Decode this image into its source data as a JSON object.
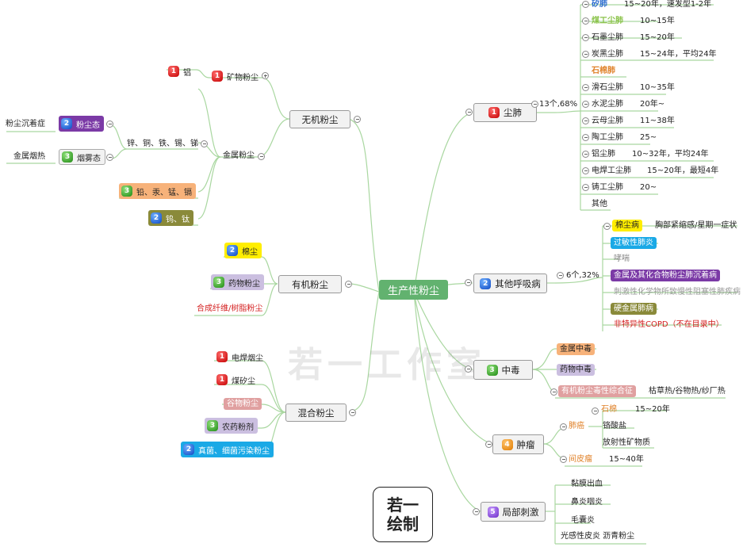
{
  "root": {
    "label": "生产性粉尘"
  },
  "watermark": "若一工作室",
  "stamp": {
    "line1": "若一",
    "line2": "绘制"
  },
  "right": {
    "pneumoconiosis": {
      "badge": "1",
      "label": "尘肺",
      "summary": "13个,68%",
      "items": [
        {
          "name": "矽肺",
          "detail": "15~20年，速发型1-2年"
        },
        {
          "name": "煤工尘肺",
          "detail": "10~15年"
        },
        {
          "name": "石墨尘肺",
          "detail": "15~20年"
        },
        {
          "name": "炭黑尘肺",
          "detail": "15~24年，平均24年"
        },
        {
          "name": "石棉肺",
          "detail": ""
        },
        {
          "name": "滑石尘肺",
          "detail": "10~35年"
        },
        {
          "name": "水泥尘肺",
          "detail": "20年~"
        },
        {
          "name": "云母尘肺",
          "detail": "11~38年"
        },
        {
          "name": "陶工尘肺",
          "detail": "25~"
        },
        {
          "name": "铝尘肺",
          "detail": "10~32年，平均24年"
        },
        {
          "name": "电焊工尘肺",
          "detail": "15~20年，最短4年"
        },
        {
          "name": "铸工尘肺",
          "detail": "20~"
        },
        {
          "name": "其他",
          "detail": ""
        }
      ]
    },
    "respiratory": {
      "badge": "2",
      "label": "其他呼吸病",
      "summary": "6个,32%",
      "items": [
        {
          "name": "棉尘病",
          "detail": "胸部紧缩感/星期一症状"
        },
        {
          "name": "过敏性肺炎",
          "detail": ""
        },
        {
          "name": "哮喘",
          "detail": ""
        },
        {
          "name": "金属及其化合物粉尘肺沉着病",
          "detail": ""
        },
        {
          "name": "刺激性化学物所致慢性阻塞性肺疾病",
          "detail": ""
        },
        {
          "name": "硬金属肺病",
          "detail": ""
        },
        {
          "name": "非特异性COPD（不在目录中）",
          "detail": ""
        }
      ]
    },
    "poisoning": {
      "badge": "3",
      "label": "中毒",
      "items": [
        {
          "name": "金属中毒",
          "detail": ""
        },
        {
          "name": "药物中毒",
          "detail": ""
        },
        {
          "name": "有机粉尘毒性综合征",
          "detail": "枯草热/谷物热/纱厂热"
        }
      ]
    },
    "tumor": {
      "badge": "4",
      "label": "肿瘤",
      "lung": {
        "name": "肺癌",
        "items": [
          {
            "name": "石棉",
            "detail": "15~20年"
          },
          {
            "name": "铬酸盐",
            "detail": ""
          },
          {
            "name": "放射性矿物质",
            "detail": ""
          }
        ]
      },
      "meso": {
        "name": "间皮瘤",
        "detail": "15~40年"
      }
    },
    "irritation": {
      "badge": "5",
      "label": "局部刺激",
      "items": [
        "黏膜出血",
        "鼻炎咽炎",
        "毛囊炎",
        "光感性皮炎 沥青粉尘"
      ]
    }
  },
  "left": {
    "inorganic": {
      "label": "无机粉尘",
      "mineral": {
        "badge": "1",
        "label": "矿物粉尘"
      },
      "aluminum": {
        "badge": "1",
        "label": "铝"
      },
      "metal": {
        "label": "金属粉尘"
      },
      "zinc_group": {
        "label": "锌、铜、铁、锡、锑"
      },
      "dust_state": {
        "badge": "2",
        "label": "粉尘态",
        "note": "粉尘沉着症"
      },
      "fume_state": {
        "badge": "3",
        "label": "烟雾态",
        "note": "金属烟热"
      },
      "lead_group": {
        "badge": "3",
        "label": "铅、汞、锰、镉"
      },
      "tungsten_group": {
        "badge": "2",
        "label": "钨、钛"
      }
    },
    "organic": {
      "label": "有机粉尘",
      "cotton": {
        "badge": "2",
        "label": "棉尘"
      },
      "drug": {
        "badge": "3",
        "label": "药物粉尘"
      },
      "synthetic": {
        "label": "合成纤维/树脂粉尘"
      }
    },
    "mixed": {
      "label": "混合粉尘",
      "welding": {
        "badge": "1",
        "label": "电焊烟尘"
      },
      "coal": {
        "badge": "1",
        "label": "煤矽尘"
      },
      "grain": {
        "label": "谷物粉尘"
      },
      "pesticide": {
        "badge": "3",
        "label": "农药粉剂"
      },
      "fungi": {
        "badge": "2",
        "label": "真菌、细菌污染粉尘"
      }
    }
  },
  "colors": {
    "link": "#a9d7a0",
    "red_text": "#d42020",
    "orange_text": "#e0822a",
    "lime_text": "#8bc34a",
    "blue_text": "#2f6fd0",
    "yellow_fill": "#ffee00",
    "cyan_fill": "#1aa9e6",
    "purple_fill": "#7b3aa6",
    "olive_fill": "#8a8a3a",
    "peach_fill": "#f7b27a",
    "lilac_fill": "#cbbfe0",
    "pink_fill": "#e0a0a0"
  }
}
